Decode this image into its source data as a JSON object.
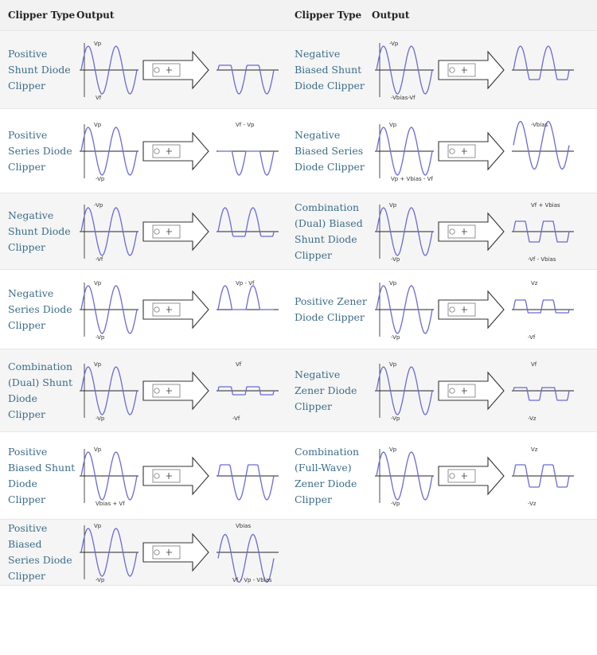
{
  "header": {
    "col_type_left": "Clipper Type",
    "col_output_left": "Output",
    "col_type_right": "Clipper Type",
    "col_output_right": "Output"
  },
  "rows": [
    [
      {
        "name": "Positive Shunt Diode Clipper",
        "out": "pos",
        "labels": [
          "Vp",
          "Vf"
        ]
      },
      {
        "name": "Negative Biased Shunt Diode Clipper",
        "out": "negbias",
        "labels": [
          "-Vp",
          "-Vbias-Vf"
        ]
      }
    ],
    [
      {
        "name": "Positive Series Diode Clipper",
        "out": "neghalf",
        "labels": [
          "Vp",
          "-Vp",
          "Vf - Vp"
        ]
      },
      {
        "name": "Negative Biased Series Diode Clipper",
        "out": "biasseries",
        "labels": [
          "Vp",
          "Vp + Vbias - Vf",
          "-Vbias"
        ]
      }
    ],
    [
      {
        "name": "Negative Shunt Diode Clipper",
        "out": "neg",
        "labels": [
          "-Vp",
          "-Vf"
        ]
      },
      {
        "name": "Combination (Dual) Biased Shunt Diode Clipper",
        "out": "dualbias",
        "labels": [
          "Vp",
          "-Vp",
          "Vf + Vbias",
          "-Vf - Vbias"
        ]
      }
    ],
    [
      {
        "name": "Negative Series Diode Clipper",
        "out": "poshalf",
        "labels": [
          "Vp",
          "-Vp",
          "Vp - Vf"
        ]
      },
      {
        "name": "Positive Zener Diode Clipper",
        "out": "poszener",
        "labels": [
          "Vp",
          "-Vp",
          "Vz",
          "-Vf"
        ]
      }
    ],
    [
      {
        "name": "Combination (Dual) Shunt Diode Clipper",
        "out": "dual",
        "labels": [
          "Vp",
          "-Vp",
          "Vf",
          "-Vf"
        ]
      },
      {
        "name": "Negative Zener Diode Clipper",
        "out": "negzener",
        "labels": [
          "Vp",
          "-Vp",
          "Vf",
          "-Vz"
        ]
      }
    ],
    [
      {
        "name": "Positive Biased Shunt Diode Clipper",
        "out": "posbias",
        "labels": [
          "Vp",
          "Vbias + Vf"
        ]
      },
      {
        "name": "Combination (Full-Wave) Zener Diode Clipper",
        "out": "fullzener",
        "labels": [
          "Vp",
          "-Vp",
          "Vz",
          "-Vz"
        ]
      }
    ],
    [
      {
        "name": "Positive Biased Series Diode Clipper",
        "out": "biasseriespos",
        "labels": [
          "Vp",
          "-Vp",
          "Vbias",
          "Vf - Vp - Vbias"
        ]
      },
      null
    ]
  ]
}
